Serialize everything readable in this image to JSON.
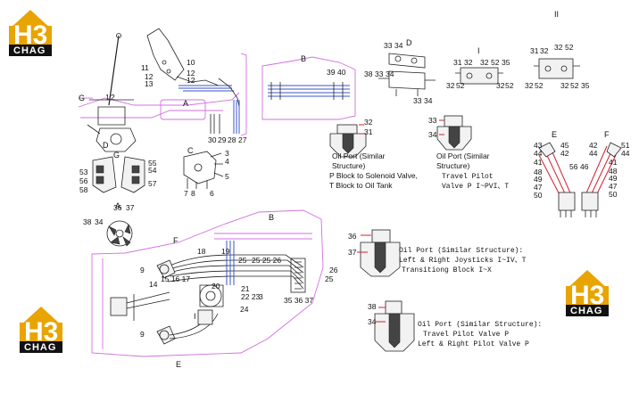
{
  "logo": {
    "mark": "H3",
    "text": "CHAG"
  },
  "colors": {
    "logo_yellow": "#e8a400",
    "logo_black": "#111111",
    "pink_line": "#d070e0",
    "blue_line": "#3a55c8",
    "red_leader": "#d02030"
  },
  "views": {
    "A1": "A",
    "A2": "A",
    "B1": "B",
    "B2": "B",
    "C": "C",
    "D1": "D",
    "D2": "D",
    "E1": "E",
    "E2": "E",
    "F1": "F",
    "F2": "F",
    "G1": "G",
    "G2": "G",
    "I1": "I",
    "I2": "I",
    "II": "II"
  },
  "labels": {
    "n1": "1",
    "n2": "2",
    "n3": "3",
    "n4": "4",
    "n5": "5",
    "n6": "6",
    "n7": "7",
    "n8": "8",
    "n9a": "9",
    "n9b": "9",
    "n10": "10",
    "n11": "11",
    "n12a": "12",
    "n12b": "12",
    "n12c": "12",
    "n13": "13",
    "n14": "14",
    "n15": "15",
    "n16": "16",
    "n17": "17",
    "n18": "18",
    "n19": "19",
    "n20": "20",
    "n21": "21",
    "n22": "22",
    "n23": "23",
    "n24": "24",
    "n25a": "25",
    "n25b": "25",
    "n25c": "25",
    "n26a": "26",
    "n26b": "26",
    "n27": "27",
    "n28": "28",
    "n29": "29",
    "n30": "30",
    "n31a": "31",
    "n31b": "31",
    "n31c": "31",
    "n32a": "32",
    "n32b": "32",
    "n32c": "32",
    "n32d": "32",
    "n32e": "32",
    "n32f": "32",
    "n32g": "32",
    "n32h": "32",
    "n33a": "33",
    "n33b": "33",
    "n33c": "33",
    "n33d": "33",
    "n34a": "34",
    "n34b": "34",
    "n34c": "34",
    "n34d": "34",
    "n34e": "34",
    "n35a": "35",
    "n35b": "35",
    "n35c": "35",
    "n36a": "36",
    "n36b": "36",
    "n36c": "36",
    "n37a": "37",
    "n37b": "37",
    "n37c": "37",
    "n37d": "37",
    "n38a": "38",
    "n38b": "38",
    "n38c": "38",
    "n38d": "38",
    "n39": "39",
    "n40": "40",
    "n41a": "41",
    "n41b": "41",
    "n42a": "42",
    "n42b": "42",
    "n43": "43",
    "n44a": "44",
    "n44b": "44",
    "n45": "45",
    "n46": "46",
    "n47a": "47",
    "n47b": "47",
    "n48a": "48",
    "n48b": "48",
    "n49a": "49",
    "n49b": "49",
    "n50a": "50",
    "n50b": "50",
    "n51": "51",
    "n52a": "52",
    "n52b": "52",
    "n52c": "52",
    "n52d": "52",
    "n52e": "52",
    "n52f": "52",
    "n53": "53",
    "n54": "54",
    "n55": "55",
    "n56a": "56",
    "n56b": "56",
    "n57": "57",
    "n58": "58",
    "n2223": "22 23",
    "n252526": "25 25 26",
    "n353637": "35 36 37",
    "n151617": "15 16 17",
    "n2829": "28"
  },
  "notes": {
    "note1": [
      "Oil Port (Similar",
      "Structure)",
      "P Block to Solenoid Valve,",
      "T Block to Oil Tank"
    ],
    "note2": [
      "Oil Port (Similar",
      "Structure)"
    ],
    "note2_mono": [
      "Travel Pilot",
      "Valve P I~PVI、T"
    ],
    "note3": [
      "Oil Port (Similar Structure):",
      "Left & Right Joysticks I~IV、T",
      "Transitiong Block I~X"
    ],
    "note4": [
      "Oil Port (Similar Structure):",
      "Travel Pilot Valve P",
      "Left & Right Pilot Valve P"
    ]
  }
}
